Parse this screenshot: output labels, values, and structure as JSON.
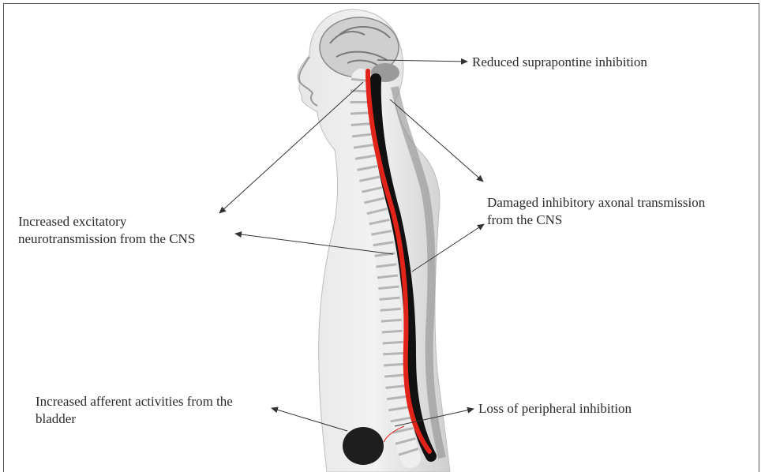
{
  "labels": {
    "supra": "Reduced suprapontine inhibition",
    "damaged_1": "Damaged inhibitory axonal transmission",
    "damaged_2": "from the CNS",
    "excit_1": "Increased excitatory",
    "excit_2": "neurotransmission from the CNS",
    "afferent_1": "Increased afferent activities from the",
    "afferent_2": "bladder",
    "peripheral": "Loss of peripheral inhibition"
  },
  "colors": {
    "spinal_cord_highlight": "#e2231a",
    "arrow": "#333333",
    "body": "#d9d9d9",
    "bone": "#efefef",
    "bladder": "#1e1e1e"
  }
}
